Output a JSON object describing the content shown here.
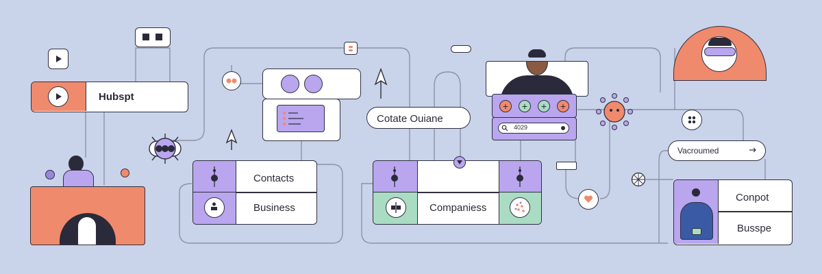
{
  "brand": {
    "name": "Hubspt"
  },
  "pill_label": "Cotate Ouiane",
  "nodes": {
    "left_group": {
      "row1": "Contacts",
      "row2": "Business"
    },
    "center_group": {
      "label": "Companiess"
    },
    "right_group": {
      "row1": "Conpot",
      "row2": "Busspe"
    }
  },
  "search": {
    "value": "4029"
  },
  "right_input": {
    "label": "Vacroumed"
  },
  "colors": {
    "background": "#c9d3ea",
    "purple": "#b9a6ee",
    "coral": "#f08a6d",
    "mint": "#a9dcc2",
    "ink": "#2f2f3f",
    "line": "#8c92a8"
  },
  "icons": [
    "play-icon",
    "folder-icon",
    "person-icon",
    "heart-icon",
    "arrow-right-icon",
    "search-icon",
    "plus-icon",
    "grid-icon",
    "cursor-icon"
  ]
}
